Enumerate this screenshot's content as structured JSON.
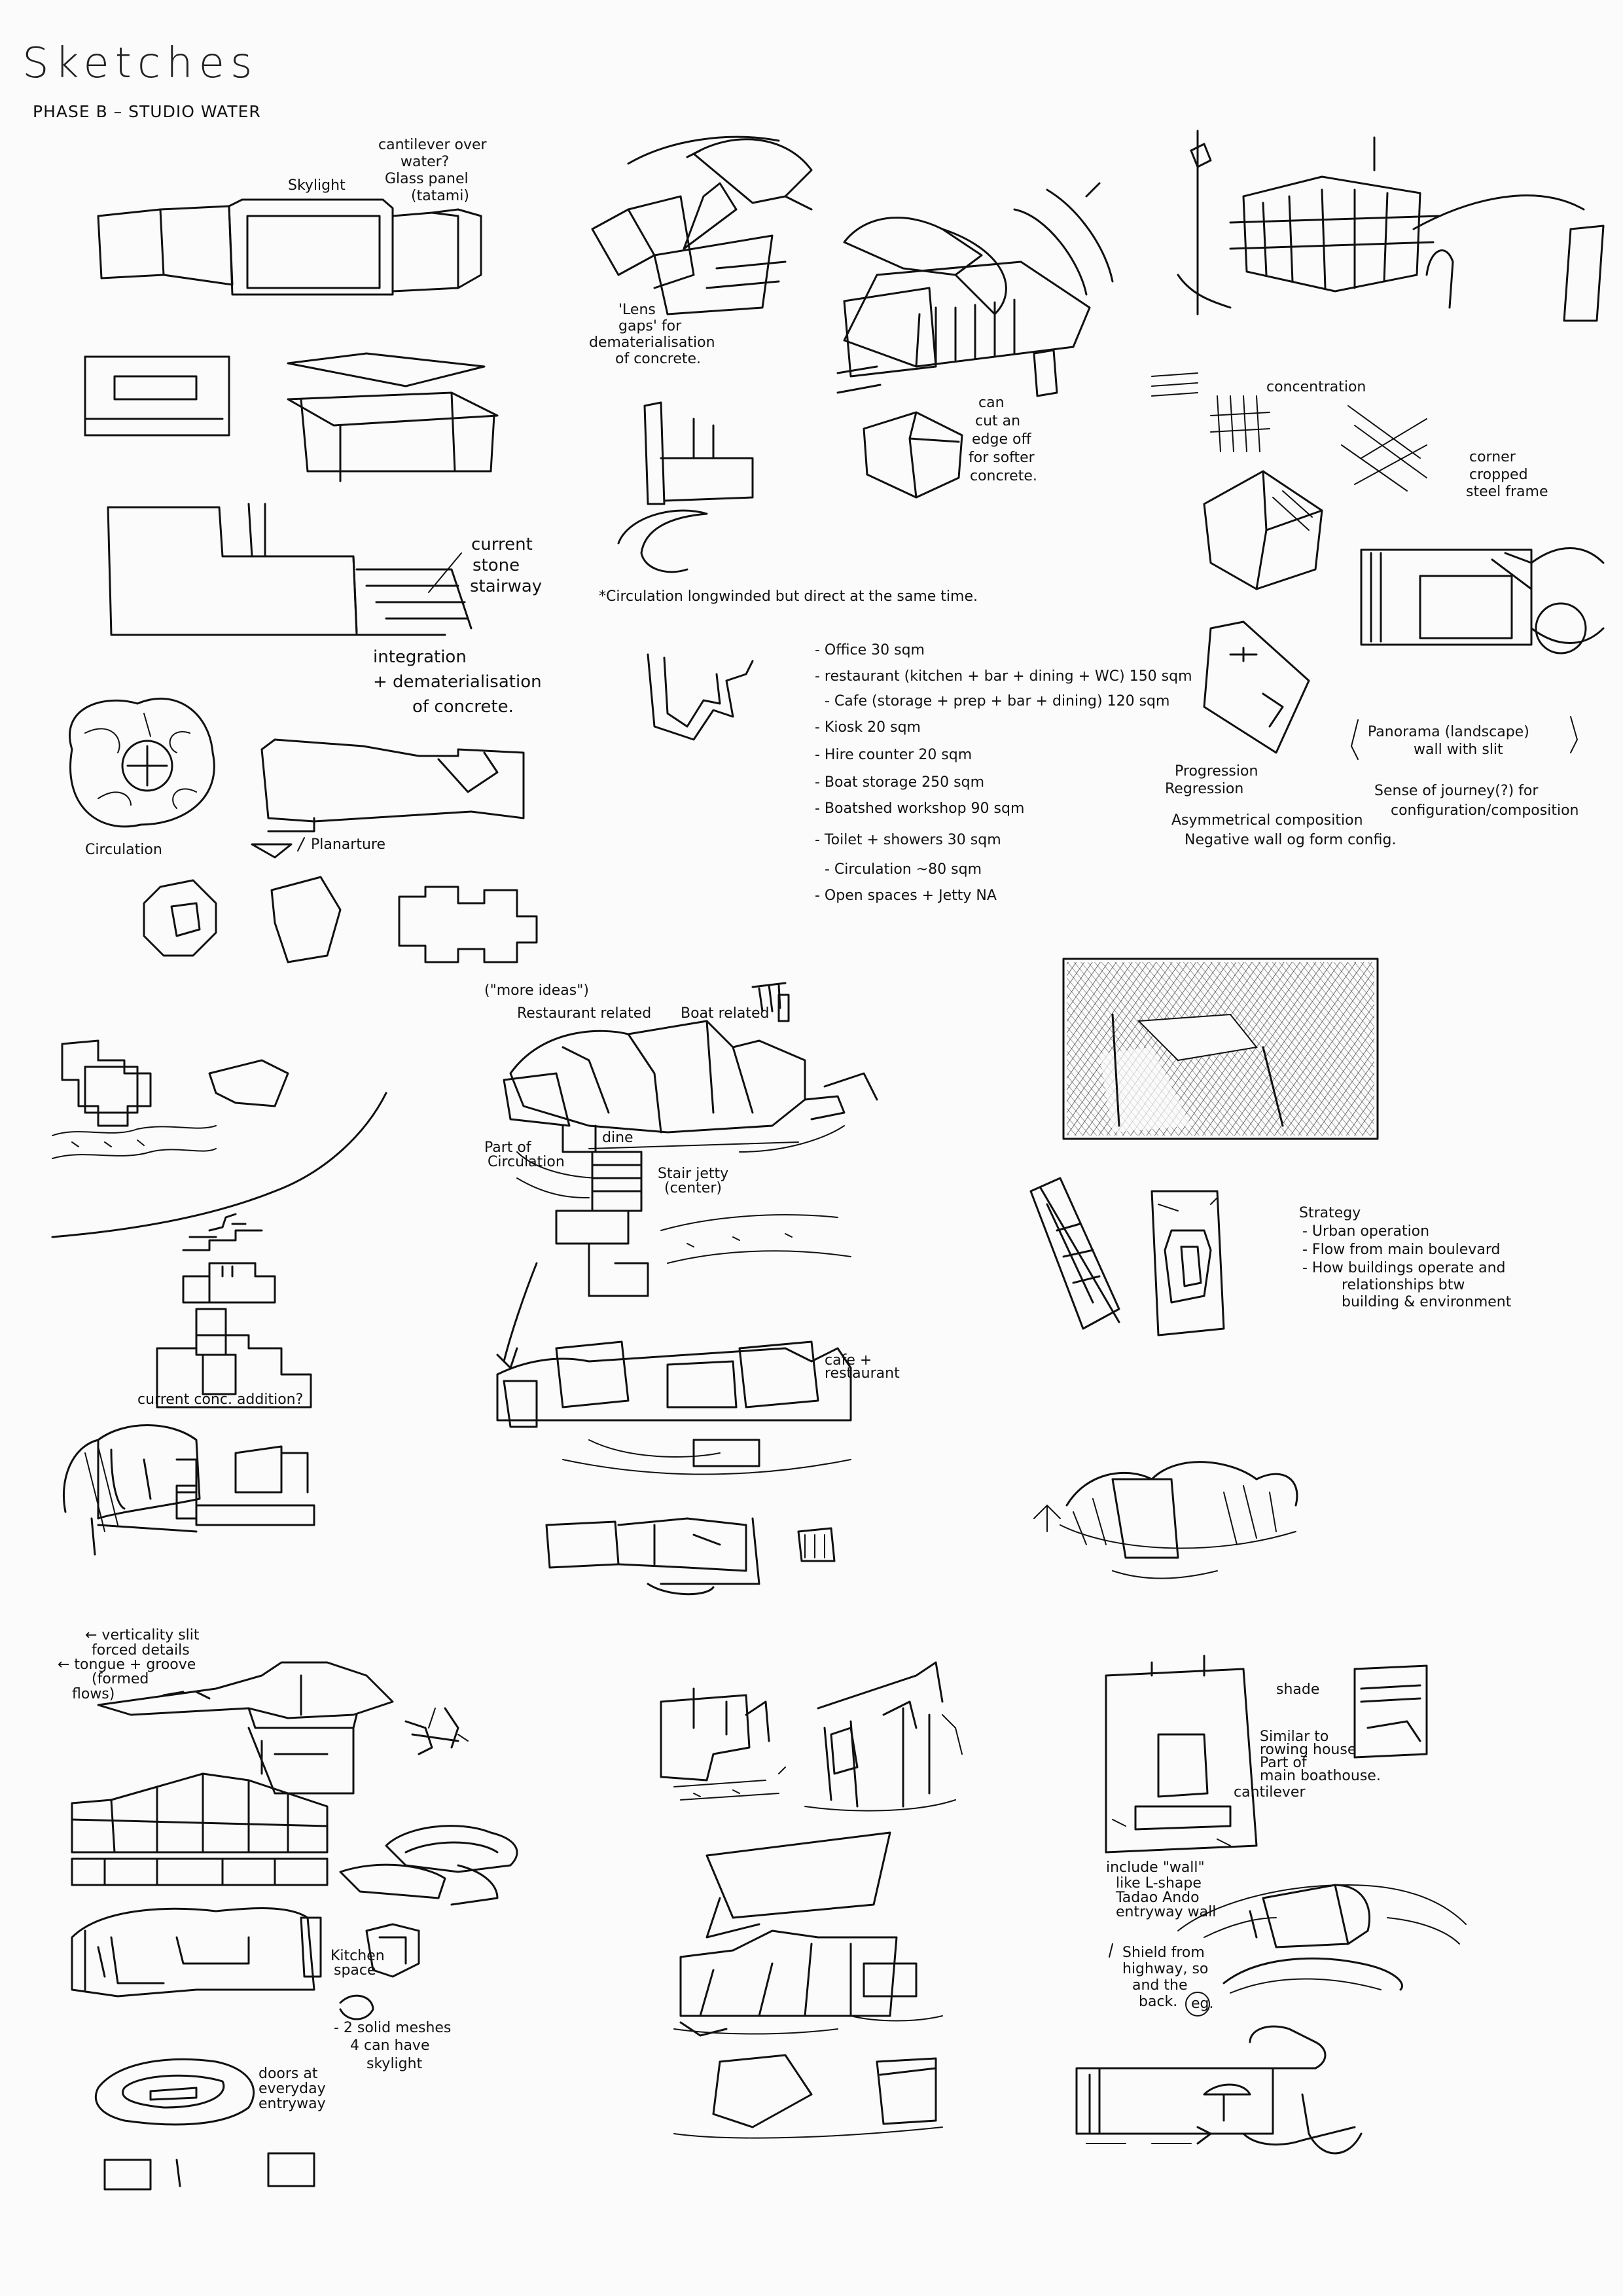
{
  "title": "Sketches",
  "subtitle": "PHASE B – STUDIO WATER",
  "notes": {
    "cantilever": [
      "cantilever over",
      "water?",
      "Glass panel",
      "(tatami)"
    ],
    "skylight": "Skylight",
    "lens_gaps": [
      "'Lens",
      "gaps' for",
      "dematerialisation",
      "of concrete."
    ],
    "cut_edge": [
      "can",
      "cut an",
      "edge off",
      "for softer",
      "concrete."
    ],
    "current_stone": [
      "current",
      "stone",
      "stairway"
    ],
    "integration": [
      "integration",
      "+ dematerialisation",
      "of concrete."
    ],
    "circulation": "Circulation",
    "planarture": "Planarture",
    "circulation_note": "*Circulation longwinded but direct at the same time.",
    "programme": [
      "- Office 30 sqm",
      "- restaurant (kitchen + bar + dining + WC) 150 sqm",
      "- Cafe (storage + prep + bar + dining) 120 sqm",
      "- Kiosk 20 sqm",
      "- Hire counter 20 sqm",
      "- Boat storage 250 sqm",
      "- Boatshed workshop 90 sqm",
      "- Toilet + showers 30 sqm",
      "- Circulation ~80 sqm",
      "- Open spaces + Jetty NA"
    ],
    "concentration": "concentration",
    "corner": [
      "corner",
      "cropped",
      "steel frame"
    ],
    "panorama": [
      "Panorama (landscape)",
      "wall with slit"
    ],
    "progression": [
      "Progression",
      "Regression"
    ],
    "asymmetrical": [
      "Asymmetrical composition",
      "Negative wall og form config."
    ],
    "sense_journey": [
      "Sense of journey(?) for",
      "configuration/composition"
    ],
    "more_ideas": "(\"more ideas\")",
    "restaurant_related": "Restaurant related",
    "boat_related": "Boat related",
    "part_circulation": [
      "Part of",
      "Circulation"
    ],
    "stair_jetty": [
      "Stair jetty",
      "(center)"
    ],
    "dine": "dine",
    "cafe_restaurant": [
      "cafe +",
      "restaurant"
    ],
    "current_conc": "current conc. addition?",
    "strategy": [
      "Strategy",
      "- Urban operation",
      "- Flow from main boulevard",
      "- How buildings operate and",
      "relationships btw",
      "building & environment"
    ],
    "vertical_slit": [
      "← verticality slit",
      "forced details",
      "← tongue + groove",
      "(formed",
      "flows)"
    ],
    "kitchen_space": [
      "Kitchen",
      "space"
    ],
    "doors": [
      "doors at",
      "everyday",
      "entryway"
    ],
    "solid_meshes": [
      "- 2 solid meshes",
      "4 can have",
      "skylight"
    ],
    "shade": "shade",
    "similar_boathouse": [
      "Similar to",
      "rowing house",
      "Part of",
      "main boathouse.",
      "cantilever"
    ],
    "include_wall": [
      "include \"wall\"",
      "like L-shape",
      "Tadao Ando",
      "entryway wall"
    ],
    "shield_highway": [
      "Shield from",
      "highway, so",
      "and the",
      "back."
    ],
    "eg": "eg."
  },
  "colors": {
    "ink": "#111111",
    "paper": "#fbfbfb"
  }
}
